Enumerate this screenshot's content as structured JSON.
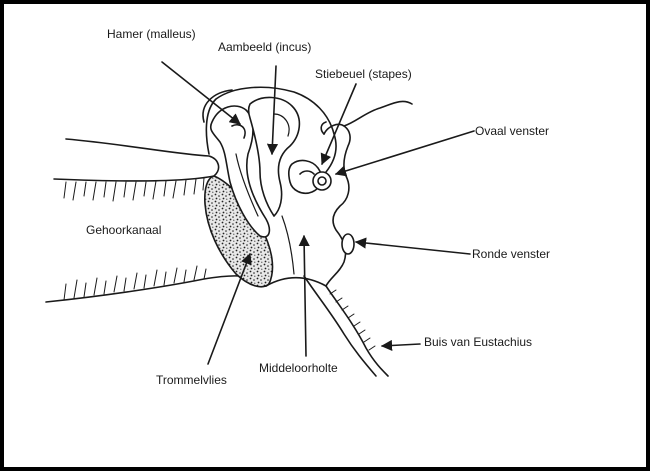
{
  "labels": {
    "malleus": "Hamer (malleus)",
    "incus": "Aambeeld (incus)",
    "stapes": "Stiebeuel (stapes)",
    "oval_window": "Ovaal venster",
    "ear_canal": "Gehoorkanaal",
    "round_window": "Ronde venster",
    "eustachian_tube": "Buis van Eustachius",
    "eardrum": "Trommelvlies",
    "middle_ear_cavity": "Middeloorholte"
  },
  "colors": {
    "frame": "#000000",
    "ink": "#1a1a1a",
    "background": "#ffffff"
  }
}
